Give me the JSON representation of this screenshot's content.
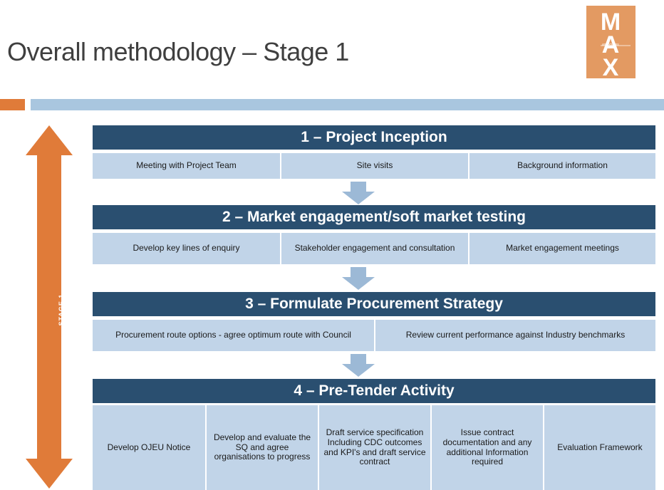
{
  "title": "Overall methodology – Stage 1",
  "logo": {
    "letters": [
      "M",
      "A",
      "X"
    ],
    "tagline": "associates"
  },
  "stage_label": "STAGE 1",
  "stages": [
    {
      "header": "1 – Project Inception",
      "items": [
        "Meeting with Project Team",
        "Site visits",
        "Background  information"
      ]
    },
    {
      "header": "2 – Market engagement/soft market testing",
      "items": [
        "Develop  key  lines of enquiry",
        "Stakeholder  engagement  and consultation",
        "Market  engagement  meetings"
      ]
    },
    {
      "header": "3 – Formulate Procurement Strategy",
      "items": [
        "Procurement  route options  - agree optimum  route with Council",
        "Review  current performance  against Industry benchmarks"
      ]
    },
    {
      "header": "4 – Pre-Tender Activity",
      "items": [
        "Develop  OJEU Notice",
        "Develop  and evaluate  the  SQ and  agree organisations  to progress",
        "Draft service specification Including CDC outcomes  and KPI's and draft service contract",
        "Issue contract documentation  and any  additional Information required",
        "Evaluation Framework"
      ]
    }
  ],
  "colors": {
    "header": "#2a4f70",
    "cell": "#c1d4e8",
    "accent": "#e07b39",
    "band": "#a9c6df",
    "logo": "#e39a62"
  }
}
